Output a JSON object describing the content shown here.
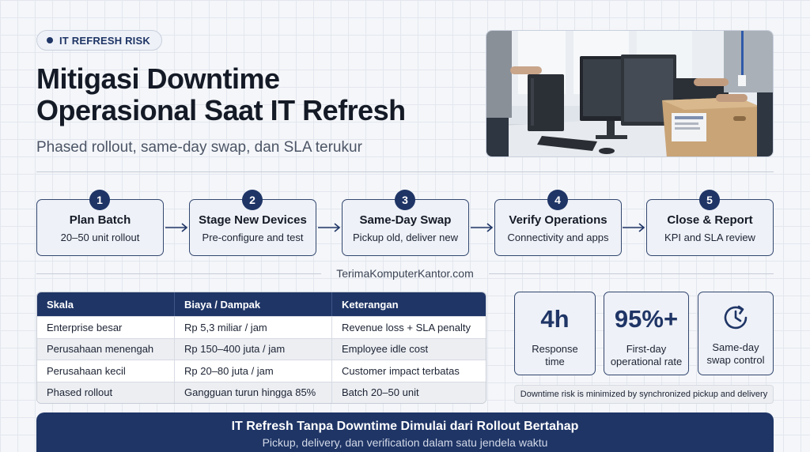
{
  "tag": {
    "label": "IT REFRESH RISK"
  },
  "header": {
    "title_line1": "Mitigasi Downtime",
    "title_line2": "Operasional Saat IT Refresh",
    "subtitle": "Phased rollout, same-day swap, dan SLA terukur"
  },
  "steps": [
    {
      "num": "1",
      "title": "Plan Batch",
      "sub": "20–50 unit rollout"
    },
    {
      "num": "2",
      "title": "Stage New Devices",
      "sub": "Pre-configure and test"
    },
    {
      "num": "3",
      "title": "Same-Day Swap",
      "sub": "Pickup old, deliver new"
    },
    {
      "num": "4",
      "title": "Verify Operations",
      "sub": "Connectivity and apps"
    },
    {
      "num": "5",
      "title": "Close & Report",
      "sub": "KPI and SLA review"
    }
  ],
  "site": "TerimaKomputerKantor.com",
  "table": {
    "headers": [
      "Skala",
      "Biaya / Dampak",
      "Keterangan"
    ],
    "rows": [
      [
        "Enterprise besar",
        "Rp 5,3 miliar / jam",
        "Revenue loss + SLA penalty"
      ],
      [
        "Perusahaan menengah",
        "Rp 150–400 juta / jam",
        "Employee idle cost"
      ],
      [
        "Perusahaan kecil",
        "Rp 20–80 juta / jam",
        "Customer impact terbatas"
      ],
      [
        "Phased rollout",
        "Gangguan turun hingga 85%",
        "Batch 20–50 unit"
      ]
    ]
  },
  "metrics": [
    {
      "value": "4h",
      "label_line1": "Response",
      "label_line2": "time"
    },
    {
      "value": "95%+",
      "label_line1": "First-day",
      "label_line2": "operational rate"
    },
    {
      "icon": "clock-refresh-icon",
      "label_line1": "Same-day",
      "label_line2": "swap control"
    }
  ],
  "note": "Downtime risk is minimized by synchronized pickup and delivery",
  "banner": {
    "title": "IT Refresh Tanpa Downtime Dimulai dari Rollout Bertahap",
    "subtitle": "Pickup, delivery, dan verification dalam satu jendela waktu"
  },
  "colors": {
    "navy": "#1f3566",
    "card_bg": "#eef1f7",
    "grid": "#e3e7ee"
  }
}
